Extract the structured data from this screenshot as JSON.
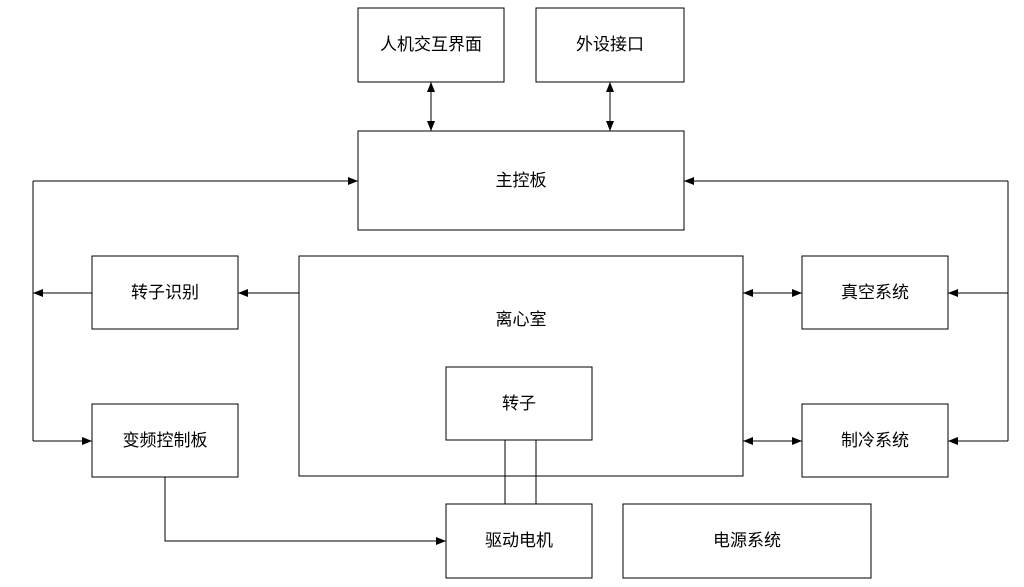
{
  "diagram": {
    "nodes": {
      "hmi": "人机交互界面",
      "peripheral": "外设接口",
      "mainboard": "主控板",
      "rotor_id": "转子识别",
      "chamber": "离心室",
      "rotor": "转子",
      "vacuum": "真空系统",
      "refrigeration": "制冷系统",
      "vfd_board": "变频控制板",
      "motor": "驱动电机",
      "power": "电源系统"
    },
    "colors": {
      "stroke": "#000000",
      "background": "#ffffff"
    }
  }
}
